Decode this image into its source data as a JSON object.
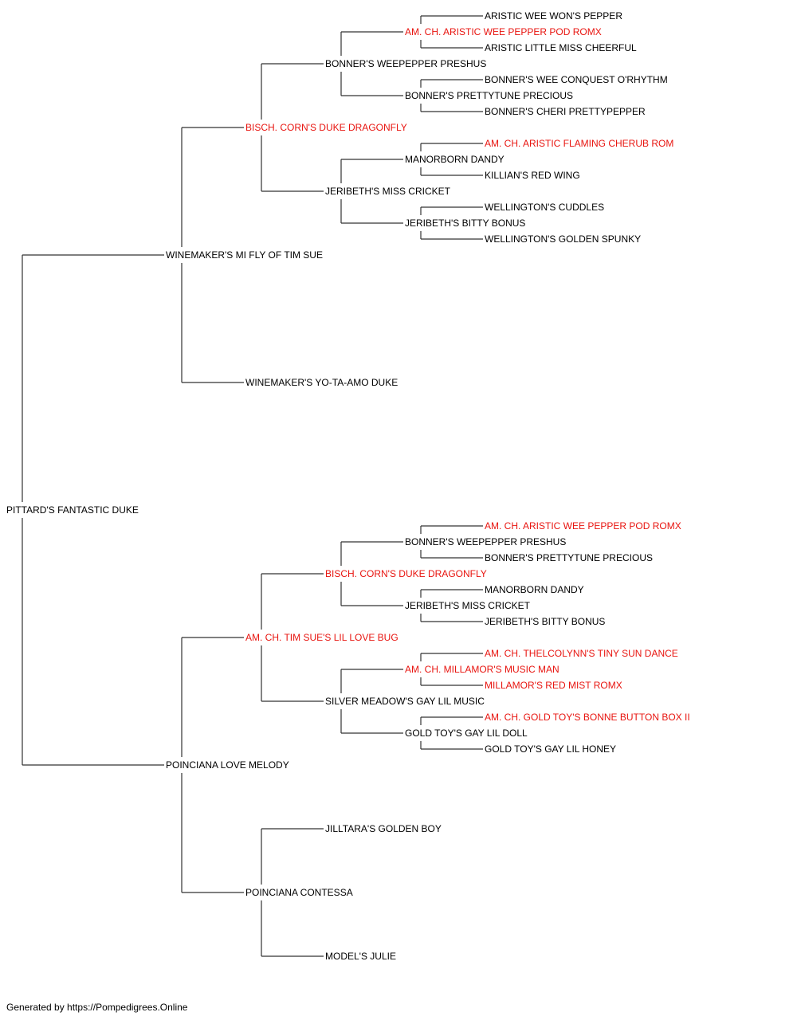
{
  "colors": {
    "line": "#333333",
    "name": "#000000",
    "titled_name": "#e8140f"
  },
  "pedigree": {
    "name": "PITTARD'S FANTASTIC DUKE",
    "titled": false,
    "sire": {
      "name": "WINEMAKER'S MI FLY OF TIM SUE",
      "titled": false,
      "sire": {
        "name": "BISCH. CORN'S DUKE DRAGONFLY",
        "titled": true,
        "sire": {
          "name": "BONNER'S WEEPEPPER PRESHUS",
          "titled": false,
          "sire": {
            "name": "AM. CH. ARISTIC WEE PEPPER POD ROMX",
            "titled": true,
            "sire": {
              "name": "ARISTIC WEE WON'S PEPPER",
              "titled": false
            },
            "dam": {
              "name": "ARISTIC LITTLE MISS CHEERFUL",
              "titled": false
            }
          },
          "dam": {
            "name": "BONNER'S PRETTYTUNE PRECIOUS",
            "titled": false,
            "sire": {
              "name": "BONNER'S WEE CONQUEST O'RHYTHM",
              "titled": false
            },
            "dam": {
              "name": "BONNER'S CHERI PRETTYPEPPER",
              "titled": false
            }
          }
        },
        "dam": {
          "name": "JERIBETH'S MISS CRICKET",
          "titled": false,
          "sire": {
            "name": "MANORBORN DANDY",
            "titled": false,
            "sire": {
              "name": "AM. CH. ARISTIC FLAMING CHERUB ROM",
              "titled": true
            },
            "dam": {
              "name": "KILLIAN'S RED WING",
              "titled": false
            }
          },
          "dam": {
            "name": "JERIBETH'S BITTY BONUS",
            "titled": false,
            "sire": {
              "name": "WELLINGTON'S CUDDLES",
              "titled": false
            },
            "dam": {
              "name": "WELLINGTON'S GOLDEN SPUNKY",
              "titled": false
            }
          }
        }
      },
      "dam": {
        "name": "WINEMAKER'S YO-TA-AMO DUKE",
        "titled": false
      }
    },
    "dam": {
      "name": "POINCIANA LOVE MELODY",
      "titled": false,
      "sire": {
        "name": "AM. CH. TIM SUE'S LIL LOVE BUG",
        "titled": true,
        "sire": {
          "name": "BISCH. CORN'S DUKE DRAGONFLY",
          "titled": true,
          "sire": {
            "name": "BONNER'S WEEPEPPER PRESHUS",
            "titled": false,
            "sire": {
              "name": "AM. CH. ARISTIC WEE PEPPER POD ROMX",
              "titled": true
            },
            "dam": {
              "name": "BONNER'S PRETTYTUNE PRECIOUS",
              "titled": false
            }
          },
          "dam": {
            "name": "JERIBETH'S MISS CRICKET",
            "titled": false,
            "sire": {
              "name": "MANORBORN DANDY",
              "titled": false
            },
            "dam": {
              "name": "JERIBETH'S BITTY BONUS",
              "titled": false
            }
          }
        },
        "dam": {
          "name": "SILVER MEADOW'S GAY LIL MUSIC",
          "titled": false,
          "sire": {
            "name": "AM. CH. MILLAMOR'S MUSIC MAN",
            "titled": true,
            "sire": {
              "name": "AM. CH. THELCOLYNN'S TINY SUN DANCE",
              "titled": true
            },
            "dam": {
              "name": "MILLAMOR'S RED MIST ROMX",
              "titled": true
            }
          },
          "dam": {
            "name": "GOLD TOY'S GAY LIL DOLL",
            "titled": false,
            "sire": {
              "name": "AM. CH. GOLD TOY'S BONNE BUTTON BOX II",
              "titled": true
            },
            "dam": {
              "name": "GOLD TOY'S GAY LIL HONEY",
              "titled": false
            }
          }
        }
      },
      "dam": {
        "name": "POINCIANA CONTESSA",
        "titled": false,
        "sire": {
          "name": "JILLTARA'S GOLDEN BOY",
          "titled": false
        },
        "dam": {
          "name": "MODEL'S JULIE",
          "titled": false
        }
      }
    }
  },
  "footer": {
    "text": "Generated by https://Pompedigrees.Online"
  }
}
